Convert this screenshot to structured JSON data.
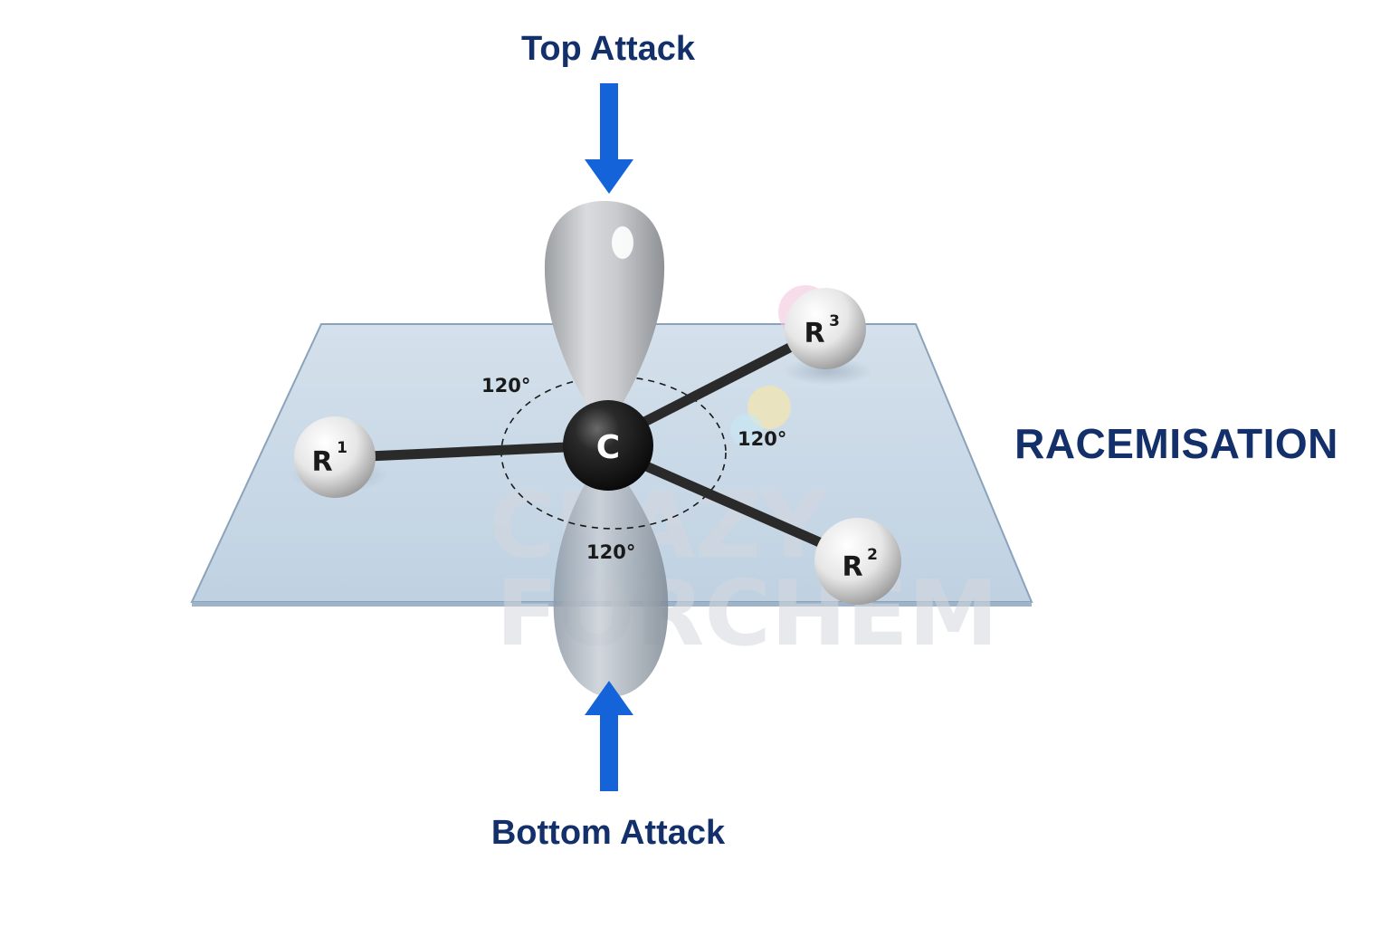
{
  "labels": {
    "top_attack": "Top Attack",
    "bottom_attack": "Bottom Attack",
    "title": "RACEMISATION",
    "carbon": "C",
    "angle_upper_left": "120°",
    "angle_right": "120°",
    "angle_bottom": "120°"
  },
  "substituents": [
    {
      "symbol": "R",
      "index": "1"
    },
    {
      "symbol": "R",
      "index": "2"
    },
    {
      "symbol": "R",
      "index": "3"
    }
  ],
  "watermark": {
    "line1": "CRAZY",
    "line2": "FORCHEM"
  },
  "colors": {
    "arrow": "#1463d9",
    "text_primary": "#14306b",
    "plane_fill": "#c7d6e4",
    "plane_edge": "#8aa3bb",
    "carbon": "#1b1b1b",
    "bond": "#2a2a2a",
    "atom_sphere": "#e9e9e9",
    "lobe": "#bfc2c6"
  }
}
